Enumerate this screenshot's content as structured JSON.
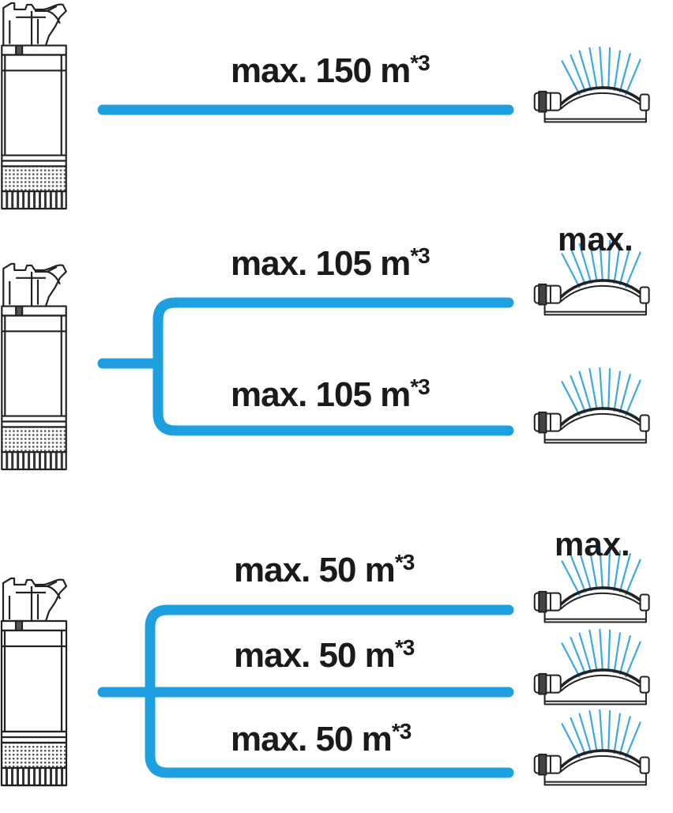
{
  "colors": {
    "hose": "#1ea0e0",
    "spray": "#3aa8e4",
    "outline": "#222222"
  },
  "icons": [
    "pump-icon",
    "sprinkler-icon"
  ],
  "scenarios": [
    {
      "hoses": [
        {
          "value": "max. 150 m",
          "mark": "*3"
        }
      ],
      "top_tag": ""
    },
    {
      "hoses": [
        {
          "value": "max. 105 m",
          "mark": "*3"
        },
        {
          "value": "max. 105 m",
          "mark": "*3"
        }
      ],
      "top_tag": "max."
    },
    {
      "hoses": [
        {
          "value": "max. 50 m",
          "mark": "*3"
        },
        {
          "value": "max. 50 m",
          "mark": "*3"
        },
        {
          "value": "max. 50 m",
          "mark": "*3"
        }
      ],
      "top_tag": "max."
    }
  ]
}
